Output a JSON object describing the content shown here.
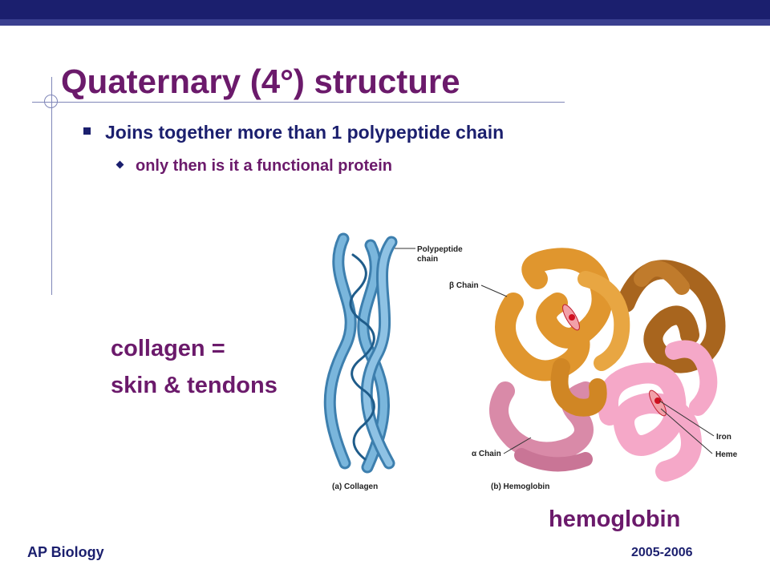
{
  "slide": {
    "title": "Quaternary (4°) structure",
    "bullet_1": "Joins together more than 1 polypeptide chain",
    "bullet_1_sub": "only then is it a functional protein",
    "collagen_line1": "collagen =",
    "collagen_line2": "skin & tendons",
    "hemoglobin": "hemoglobin"
  },
  "figure": {
    "polypeptide_label_line1": "Polypeptide",
    "polypeptide_label_line2": "chain",
    "beta_chain": "β Chain",
    "alpha_chain": "α Chain",
    "iron": "Iron",
    "heme": "Heme",
    "caption_a": "(a) Collagen",
    "caption_b": "(b) Hemoglobin"
  },
  "footer": {
    "left": "AP Biology",
    "right": "2005-2006"
  },
  "colors": {
    "title": "#6b1a6b",
    "navy": "#1b1f6e",
    "collagen_blue": "#5aa0cc",
    "beta_orange": "#e0962e",
    "beta_brown": "#a8651e",
    "alpha_pink": "#d98aa8",
    "alpha_light_pink": "#f5a8c8"
  },
  "icons": [
    "square-bullet-icon",
    "diamond-bullet-icon"
  ]
}
